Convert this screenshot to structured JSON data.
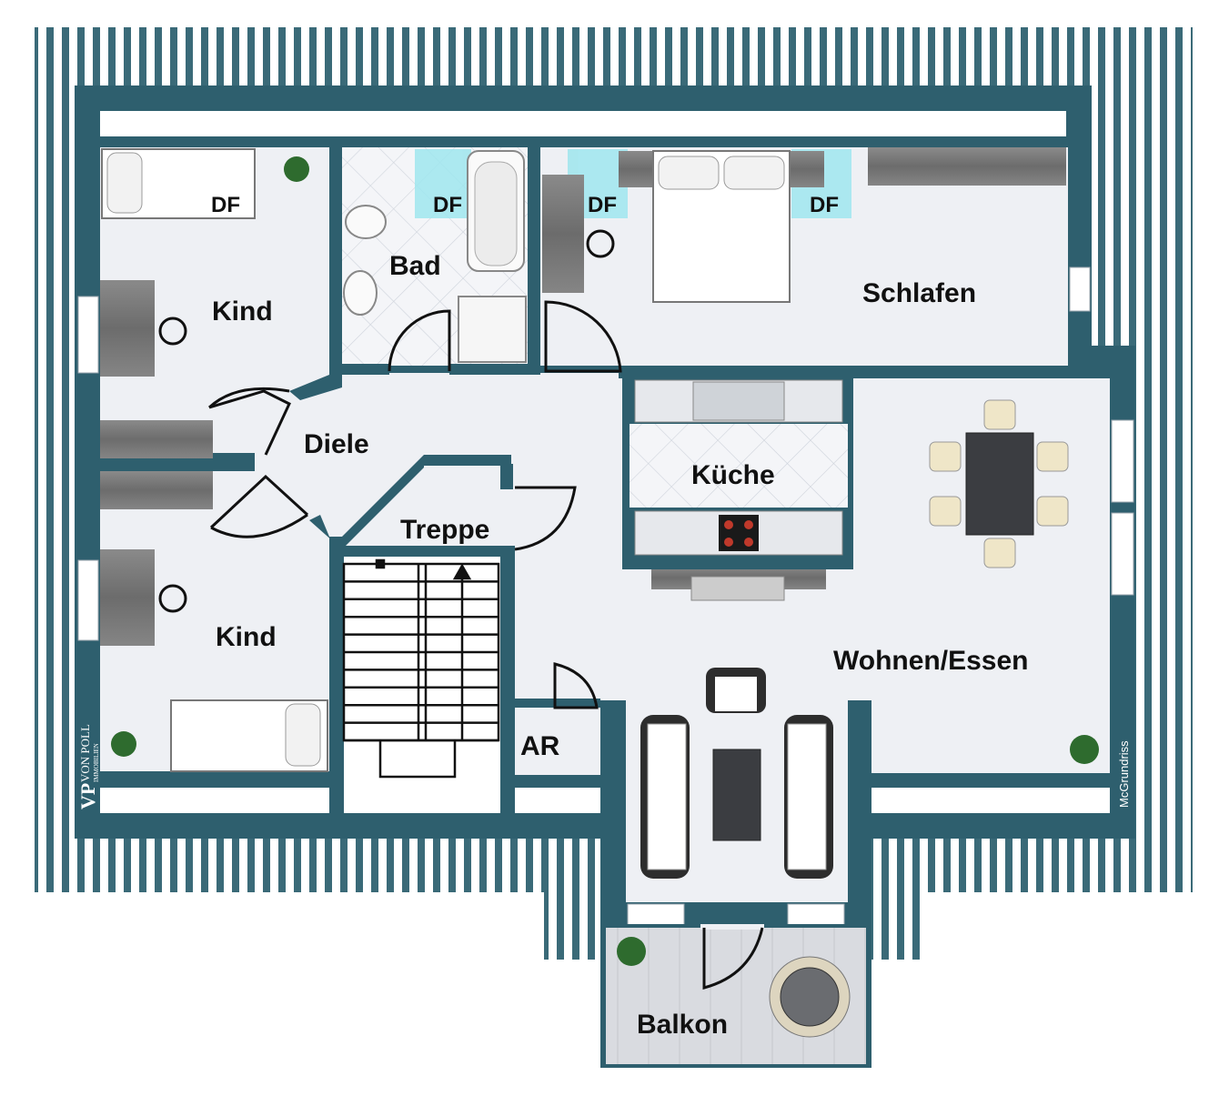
{
  "rooms": {
    "kind_top": "Kind",
    "bad": "Bad",
    "schlafen": "Schlafen",
    "diele": "Diele",
    "kueche": "Küche",
    "treppe": "Treppe",
    "kind_bottom": "Kind",
    "wohnen": "Wohnen/Essen",
    "ar": "AR",
    "balkon": "Balkon"
  },
  "skylights": [
    "DF",
    "DF",
    "DF",
    "DF"
  ],
  "branding": {
    "logo_mark": "VP",
    "logo_name": "VON POLL",
    "logo_sub": "IMMOBILIEN",
    "credit": "McGrundriss"
  },
  "colors": {
    "wall": "#2e5f6e",
    "floor": "#eef0f4",
    "roof_stripe": "#3a6a78",
    "tile": "#dfe3ea",
    "glass": "#9fe6ee",
    "furniture_dark": "#4a4a4a"
  }
}
